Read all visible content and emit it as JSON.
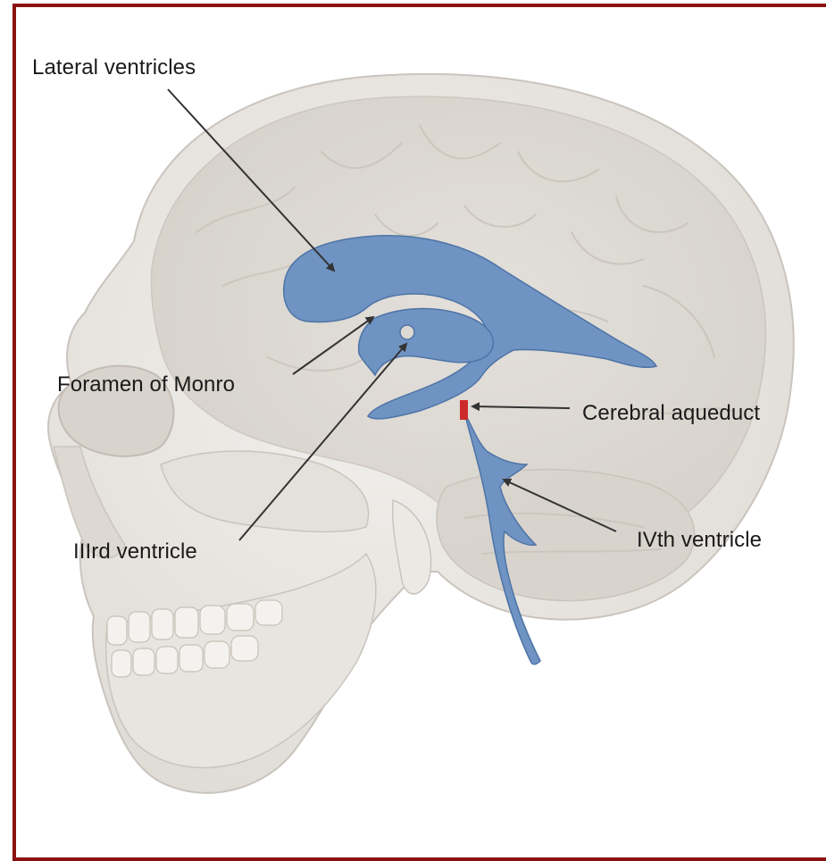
{
  "labels": {
    "lateral_ventricles": "Lateral ventricles",
    "foramen_of_monro": "Foramen of Monro",
    "cerebral_aqueduct": "Cerebral aqueduct",
    "third_ventricle": "IIIrd ventricle",
    "fourth_ventricle": "IVth ventricle"
  },
  "colors": {
    "frame": "#8b1212",
    "skull": "#e9e6e1",
    "brain": "#dcd8d2",
    "ventricles": "#6f93c2",
    "aqueduct": "#cc2a2a",
    "leader_lines": "#333333"
  }
}
